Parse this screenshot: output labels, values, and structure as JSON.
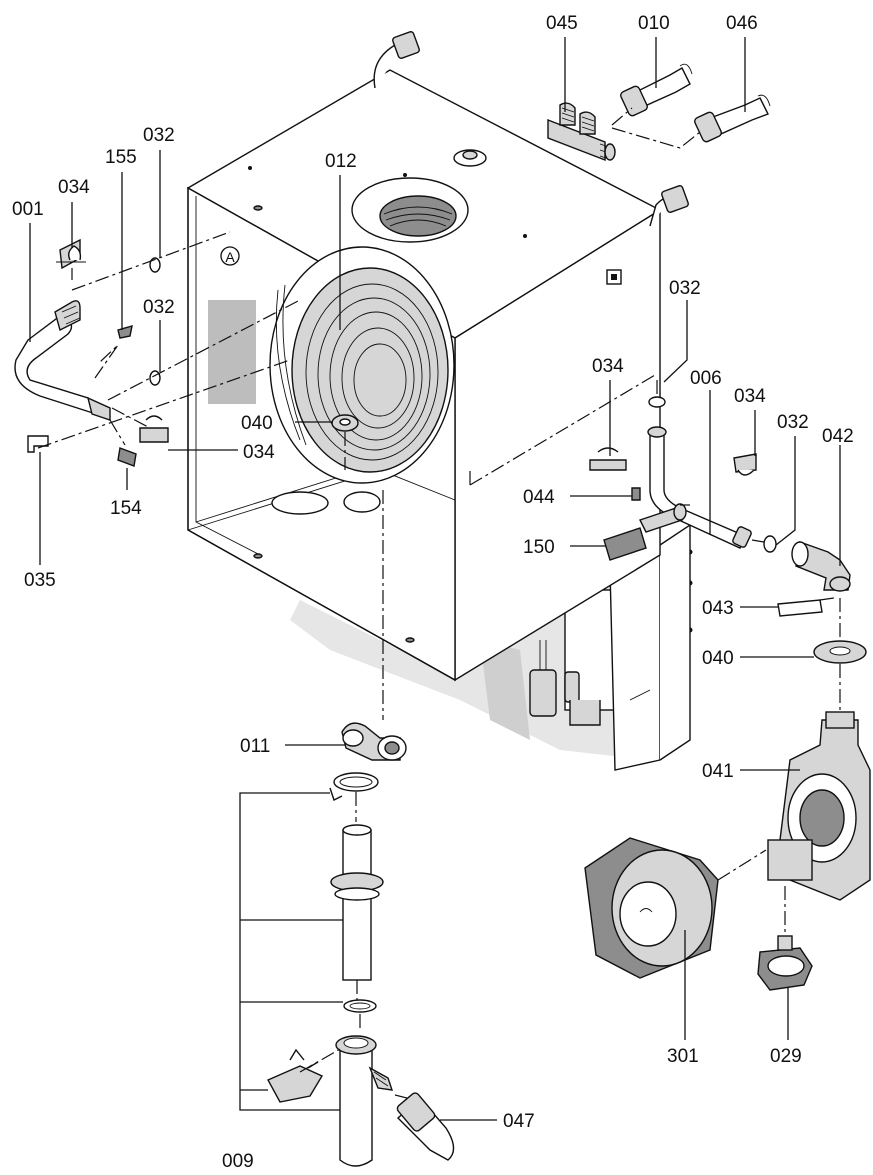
{
  "diagram": {
    "callouts": {
      "p001": "001",
      "p006": "006",
      "p009": "009",
      "p010": "010",
      "p011": "011",
      "p012": "012",
      "p029": "029",
      "p032a": "032",
      "p032b": "032",
      "p032c": "032",
      "p032d": "032",
      "p034a": "034",
      "p034b": "034",
      "p034c": "034",
      "p034d": "034",
      "p035": "035",
      "p040a": "040",
      "p040b": "040",
      "p041": "041",
      "p042": "042",
      "p043": "043",
      "p044": "044",
      "p045": "045",
      "p046": "046",
      "p047": "047",
      "p150": "150",
      "p154": "154",
      "p155": "155",
      "p301": "301"
    },
    "marker": "A"
  }
}
